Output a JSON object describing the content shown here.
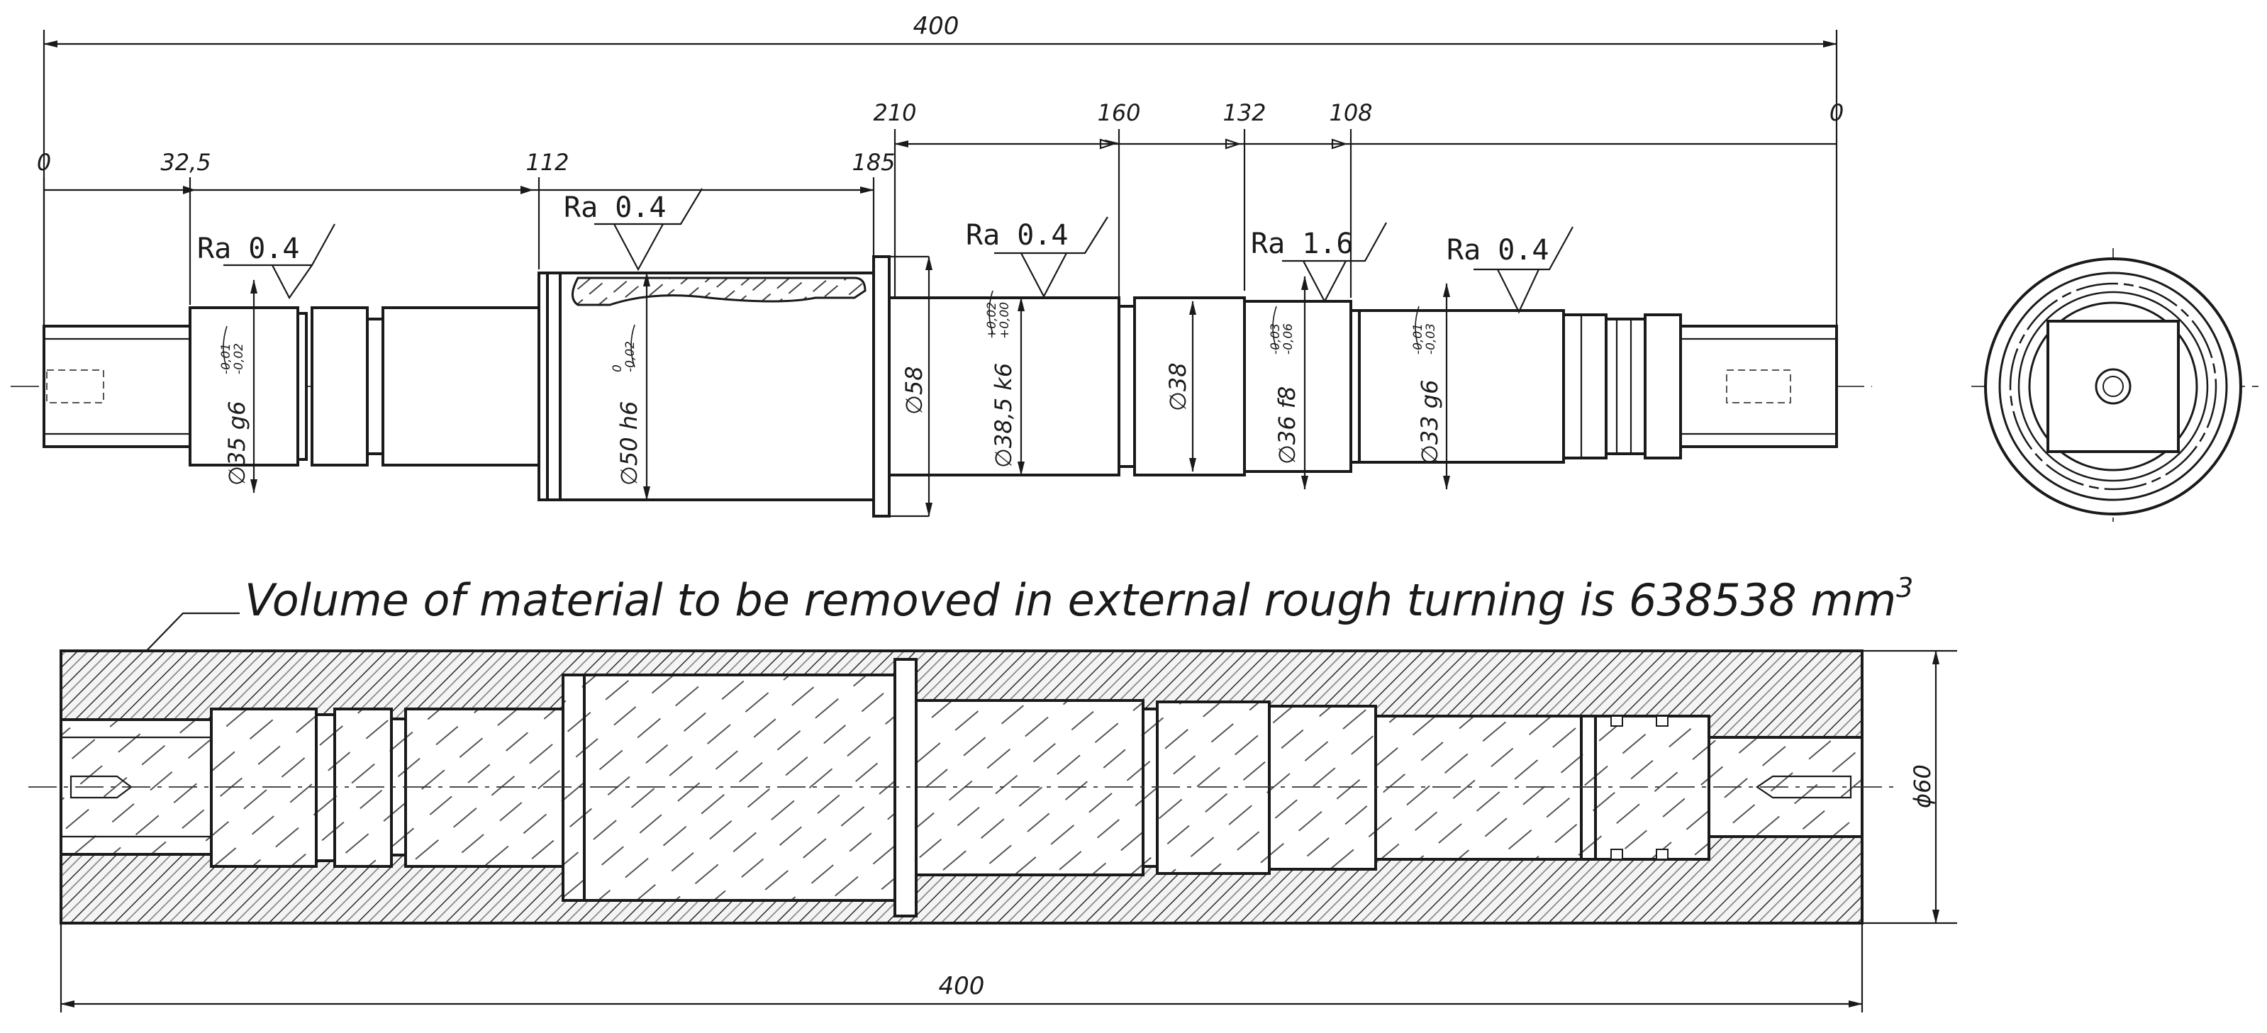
{
  "top_view": {
    "overall_length": "400",
    "right_datums": [
      "210",
      "160",
      "132",
      "108",
      "0"
    ],
    "left_datums": [
      "0",
      "32,5",
      "112",
      "185"
    ],
    "roughness": [
      "Ra 0.4",
      "Ra 0.4",
      "Ra 0.4",
      "Ra 1.6",
      "Ra 0.4"
    ],
    "diameters": {
      "d35": "∅35 g6",
      "d35_tol_upper": "-0,01",
      "d35_tol_lower": "-0,02",
      "d50": "∅50 h6",
      "d50_tol_upper": "0",
      "d50_tol_lower": "-0,02",
      "d58": "∅58",
      "d38_5": "∅38,5 k6",
      "d38_5_tol_upper": "+0,02",
      "d38_5_tol_lower": "+0,00",
      "d38": "∅38",
      "d36": "∅36 f8",
      "d36_tol_upper": "-0,03",
      "d36_tol_lower": "-0,06",
      "d33": "∅33 g6",
      "d33_tol_upper": "-0,01",
      "d33_tol_lower": "-0,03"
    }
  },
  "bottom_view": {
    "caption": "Volume of material to be removed in external rough turning is 638538 mm",
    "caption_superscript": "3",
    "stock_length": "400",
    "stock_diameter": "ϕ60"
  }
}
